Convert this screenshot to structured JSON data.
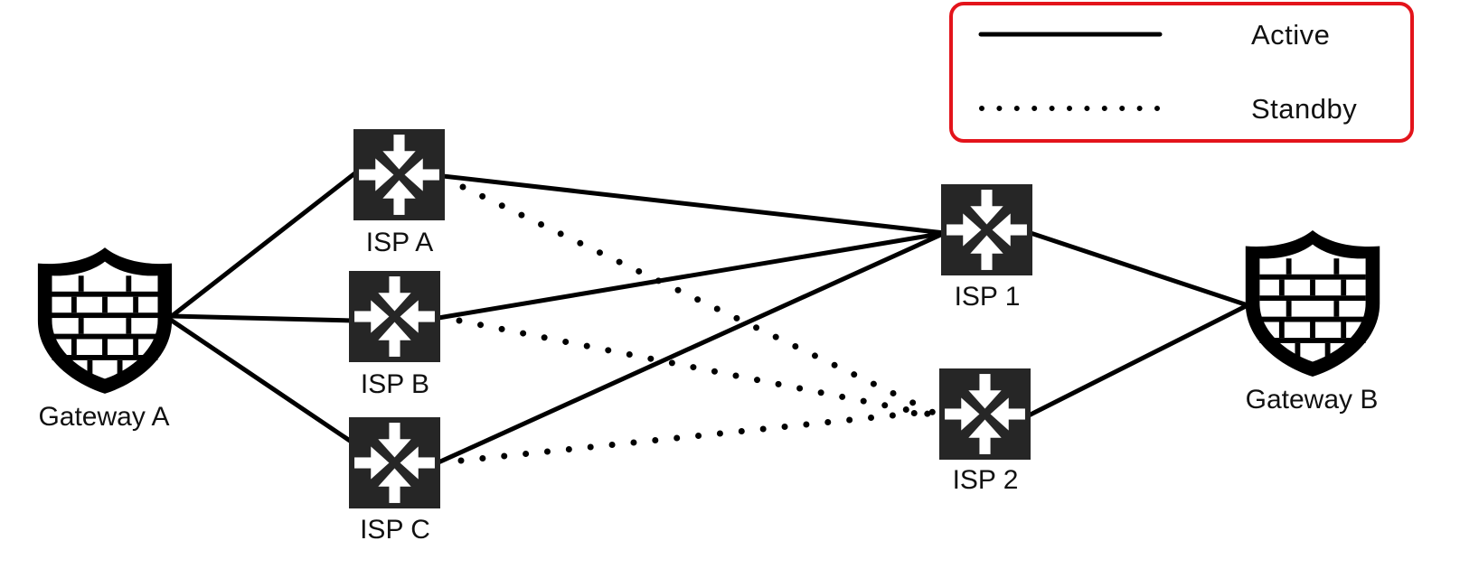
{
  "legend": {
    "active_label": "Active",
    "standby_label": "Standby",
    "border_color": "#e3141b"
  },
  "nodes": {
    "gateway_a": {
      "label": "Gateway A",
      "icon": "firewall-shield-icon"
    },
    "gateway_b": {
      "label": "Gateway B",
      "icon": "firewall-shield-icon"
    },
    "isp_a": {
      "label": "ISP A",
      "icon": "router-icon"
    },
    "isp_b": {
      "label": "ISP B",
      "icon": "router-icon"
    },
    "isp_c": {
      "label": "ISP C",
      "icon": "router-icon"
    },
    "isp_1": {
      "label": "ISP 1",
      "icon": "router-icon"
    },
    "isp_2": {
      "label": "ISP 2",
      "icon": "router-icon"
    }
  },
  "links": [
    {
      "from": "Gateway A",
      "to": "ISP A",
      "status": "Active"
    },
    {
      "from": "Gateway A",
      "to": "ISP B",
      "status": "Active"
    },
    {
      "from": "Gateway A",
      "to": "ISP C",
      "status": "Active"
    },
    {
      "from": "ISP A",
      "to": "ISP 1",
      "status": "Active"
    },
    {
      "from": "ISP B",
      "to": "ISP 1",
      "status": "Active"
    },
    {
      "from": "ISP C",
      "to": "ISP 1",
      "status": "Active"
    },
    {
      "from": "ISP A",
      "to": "ISP 2",
      "status": "Standby"
    },
    {
      "from": "ISP B",
      "to": "ISP 2",
      "status": "Standby"
    },
    {
      "from": "ISP C",
      "to": "ISP 2",
      "status": "Standby"
    },
    {
      "from": "ISP 1",
      "to": "Gateway B",
      "status": "Active"
    },
    {
      "from": "ISP 2",
      "to": "Gateway B",
      "status": "Active"
    }
  ],
  "colors": {
    "icon": "#262626",
    "line": "#000000"
  }
}
